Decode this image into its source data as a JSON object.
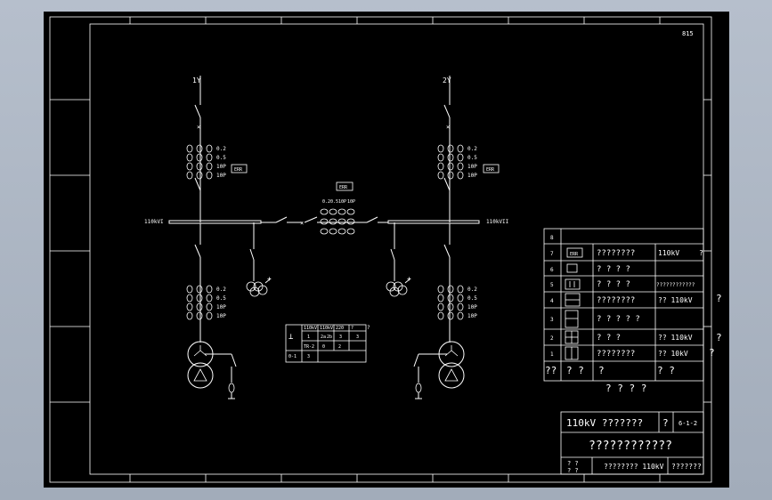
{
  "sheet": {
    "number": "815"
  },
  "feeders": [
    {
      "id": "1Y",
      "ct_labels": [
        "0.2",
        "0.5",
        "10P",
        "10P"
      ],
      "meter_box": "ERR"
    },
    {
      "id": "2Y",
      "ct_labels": [
        "0.2",
        "0.5",
        "10P",
        "10P"
      ],
      "meter_box": "ERR"
    }
  ],
  "buses": {
    "left": "110kVI",
    "right": "110kVII"
  },
  "coupler": {
    "box": "ERR",
    "ct_labels": [
      "0.2",
      "0.5",
      "10P",
      "10P"
    ]
  },
  "transformer_cts": [
    {
      "ct_labels": [
        "0.2",
        "0.5",
        "10P",
        "10P"
      ]
    },
    {
      "ct_labels": [
        "0.2",
        "0.5",
        "10P",
        "10P"
      ]
    }
  ],
  "small_table": {
    "header": [
      "110kV",
      "110kV",
      "220",
      "?"
    ],
    "row1": [
      "1",
      "2a",
      "2b",
      "3",
      "3"
    ],
    "row2_label": "TR-2",
    "row2": [
      "0",
      "2"
    ],
    "row3_label": "0-1",
    "row3": [
      "3"
    ],
    "note": "?"
  },
  "legend": {
    "rows": [
      {
        "num": "8",
        "name": "",
        "spec": ""
      },
      {
        "num": "7",
        "name": "????????",
        "spec": "110kV",
        "extra": "?"
      },
      {
        "num": "6",
        "name": "? ? ? ?",
        "spec": ""
      },
      {
        "num": "5",
        "name": "? ? ? ?",
        "spec": "????????????"
      },
      {
        "num": "4",
        "name": "????????",
        "spec": "?? 110kV"
      },
      {
        "num": "3",
        "name": "? ? ? ? ?",
        "spec": ""
      },
      {
        "num": "2",
        "name": "?  ?  ?",
        "spec": "?? 110kV"
      },
      {
        "num": "1",
        "name": "????????",
        "spec": "?? 10kV"
      }
    ],
    "header": [
      "??",
      "? ?",
      "?",
      "? ?",
      "? ?"
    ],
    "caption": "? ? ? ?",
    "side_marks": [
      "?",
      "?",
      "?"
    ]
  },
  "title_block": {
    "title": "110kV ???????",
    "code_mark": "?",
    "code": "6-1-2",
    "main_title": "????????????",
    "sign_labels": [
      "? ?",
      "? ?"
    ],
    "bottom_mid": "???????? 110kV",
    "bottom_right": "???????"
  }
}
